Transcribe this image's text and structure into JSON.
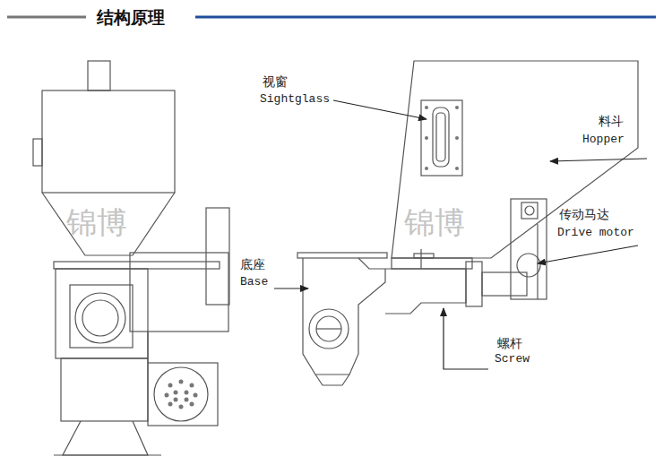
{
  "diagram": {
    "title": "结构原理",
    "labels": [
      "视窗",
      "Sightglass",
      "料斗",
      "Hopper",
      "传动马达",
      "Drive motor",
      "底座",
      "Base",
      "螺杆",
      "Screw",
      "锦博",
      "锦博"
    ]
  }
}
